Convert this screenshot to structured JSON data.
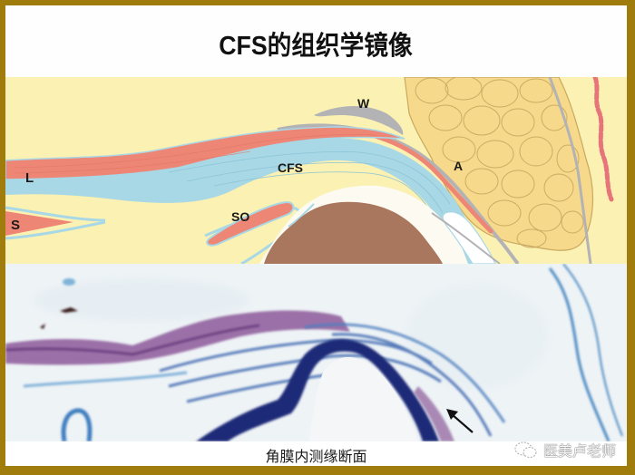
{
  "slide": {
    "title": "CFS的组织学镜像",
    "frame_color": "#a07c0c"
  },
  "illustration": {
    "background_color": "#fbf1b2",
    "labels": {
      "w": "W",
      "l": "L",
      "cfs": "CFS",
      "a": "A",
      "s": "S",
      "so": "SO"
    },
    "colors": {
      "muscle": "#ee8675",
      "fascia": "#a8d8e6",
      "fat": "#f6d98a",
      "bone": "#a9765e",
      "gray_layer": "#b3b3b6",
      "white_tissue": "#fdfaf2"
    }
  },
  "histology": {
    "background_color": "#eef3f6",
    "arrow_icon": "arrow-up-left"
  },
  "caption": {
    "text": "角膜内测缘断面"
  },
  "watermark": {
    "icon": "wechat-icon",
    "text": "医美卢老师"
  }
}
